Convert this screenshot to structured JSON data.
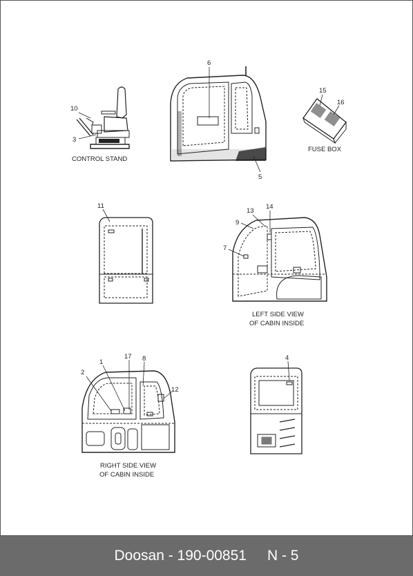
{
  "labels": {
    "control_stand": "CONTROL STAND",
    "fuse_box": "FUSE BOX",
    "left_view_line1": "LEFT SIDE VIEW",
    "left_view_line2": "OF CABIN INSIDE",
    "right_view_line1": "RIGHT SIDE VIEW",
    "right_view_line2": "OF CABIN INSIDE"
  },
  "callouts": {
    "n1": "1",
    "n2": "2",
    "n3": "3",
    "n4": "4",
    "n5": "5",
    "n6": "6",
    "n7": "7",
    "n8": "8",
    "n9": "9",
    "n10": "10",
    "n11": "11",
    "n12": "12",
    "n13": "13",
    "n14": "14",
    "n15": "15",
    "n16": "16",
    "n17": "17"
  },
  "footer": {
    "brand_part": "Doosan - 190-00851",
    "page": "N - 5"
  }
}
